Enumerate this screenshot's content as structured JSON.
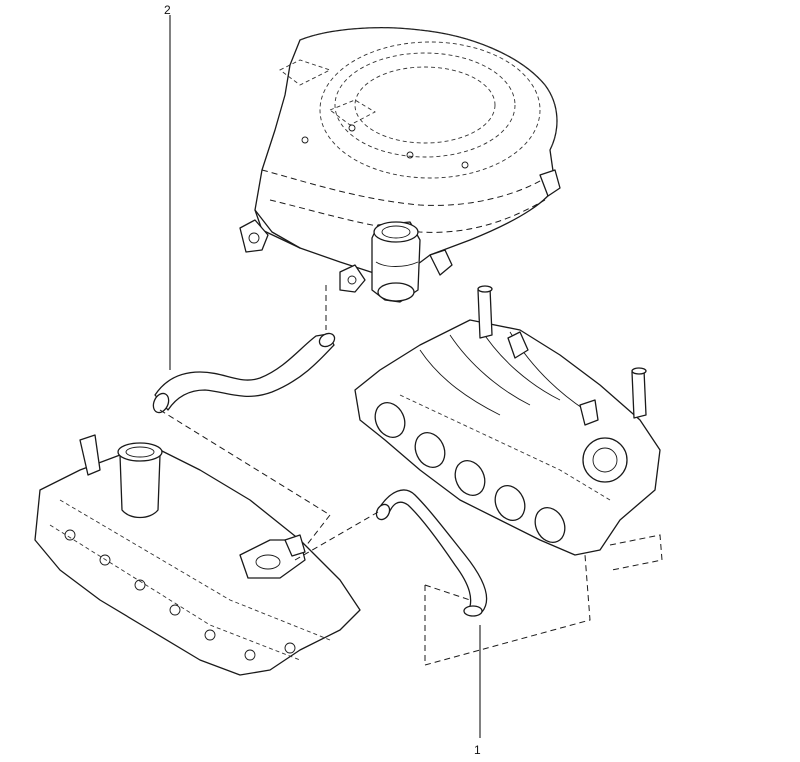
{
  "callouts": [
    {
      "id": "1",
      "label": "1"
    },
    {
      "id": "2",
      "label": "2"
    }
  ],
  "colors": {
    "line": "#1a1a1a",
    "background": "#ffffff"
  }
}
